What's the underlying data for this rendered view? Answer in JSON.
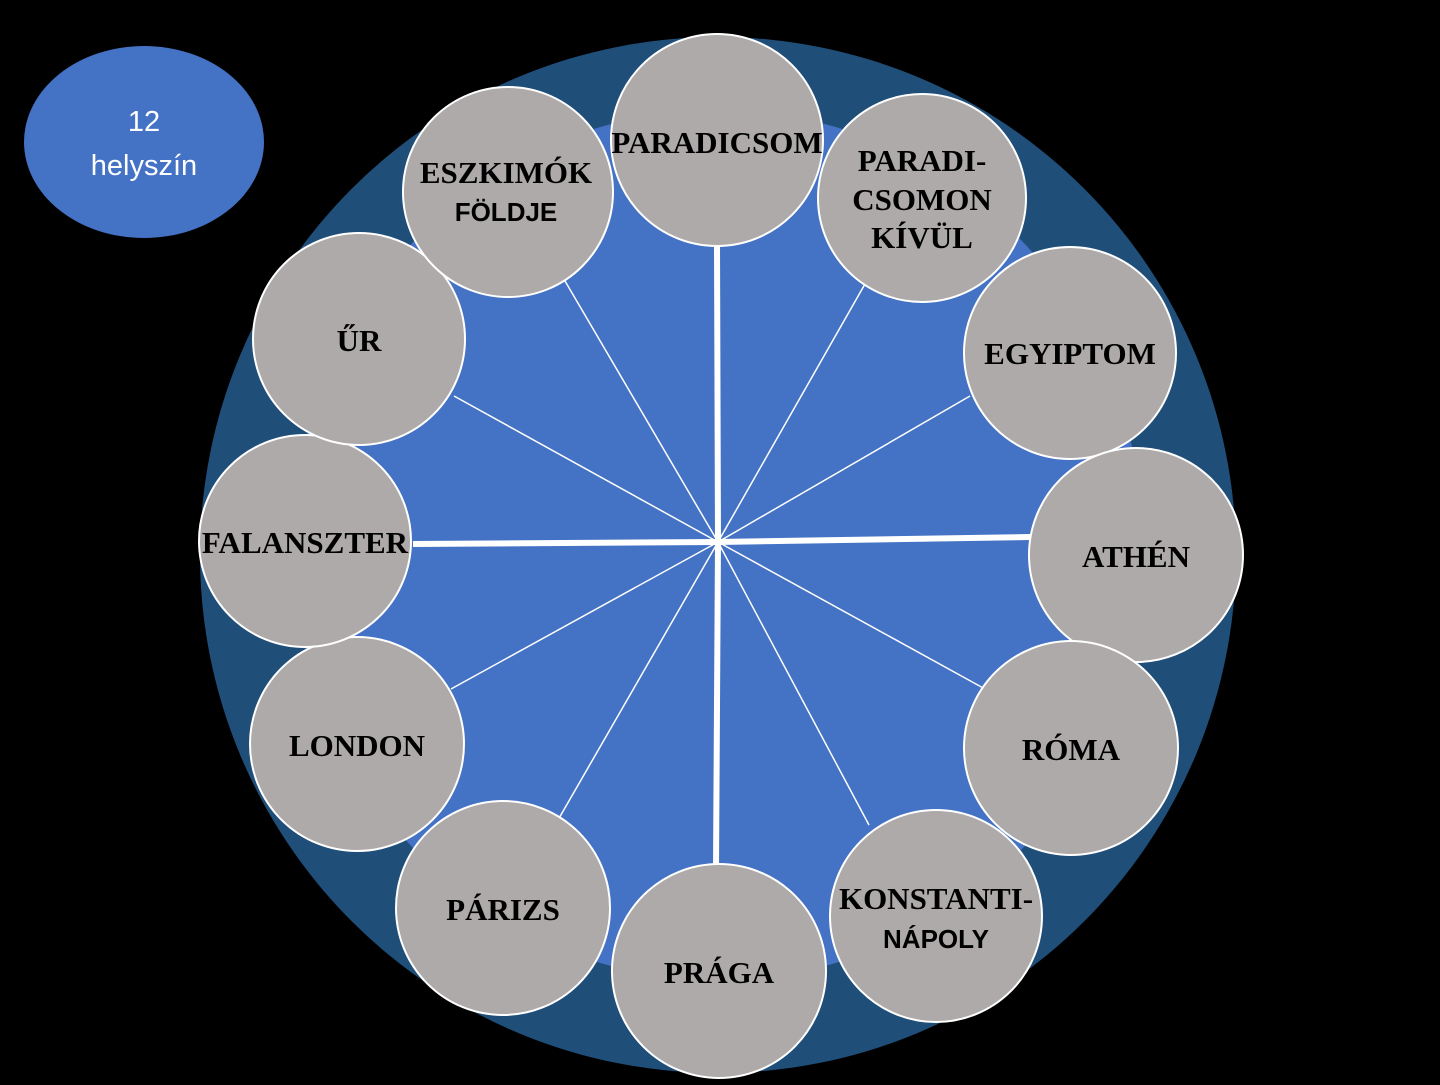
{
  "badge": {
    "line1": "12",
    "line2": "helyszín"
  },
  "colors": {
    "background": "#000000",
    "outer_ring": "#1f4e79",
    "inner_disc": "#4472c4",
    "node_fill": "#aeaaaa",
    "node_stroke": "#ffffff",
    "spoke": "#ffffff",
    "badge_fill": "#4472c4",
    "label": "#000000",
    "badge_text": "#ffffff"
  },
  "nodes": [
    {
      "id": "paradicsom",
      "lines": [
        {
          "text": "PARADICSOM"
        }
      ]
    },
    {
      "id": "paradicsomon-kivul",
      "lines": [
        {
          "text": "PARADI-"
        },
        {
          "text": "CSOMON"
        },
        {
          "text": "KÍVÜL"
        }
      ]
    },
    {
      "id": "egyiptom",
      "lines": [
        {
          "text": "EGYIPTOM"
        }
      ]
    },
    {
      "id": "athen",
      "lines": [
        {
          "text": "ATHÉN"
        }
      ]
    },
    {
      "id": "roma",
      "lines": [
        {
          "text": "RÓMA"
        }
      ]
    },
    {
      "id": "konstantinapoly",
      "lines": [
        {
          "text": "KONSTANTI-"
        },
        {
          "text": "NÁPOLY"
        }
      ]
    },
    {
      "id": "praga",
      "lines": [
        {
          "text": "PRÁGA"
        }
      ]
    },
    {
      "id": "parizs",
      "lines": [
        {
          "text": "PÁRIZS"
        }
      ]
    },
    {
      "id": "london",
      "lines": [
        {
          "text": "LONDON"
        }
      ]
    },
    {
      "id": "falanszter",
      "lines": [
        {
          "text": "FALANSZTER"
        }
      ]
    },
    {
      "id": "ur",
      "lines": [
        {
          "text": "ŰR"
        }
      ]
    },
    {
      "id": "eszkimok-foldje",
      "lines": [
        {
          "text": "ESZKIMÓK"
        },
        {
          "text": "FÖLDJE"
        }
      ]
    }
  ]
}
